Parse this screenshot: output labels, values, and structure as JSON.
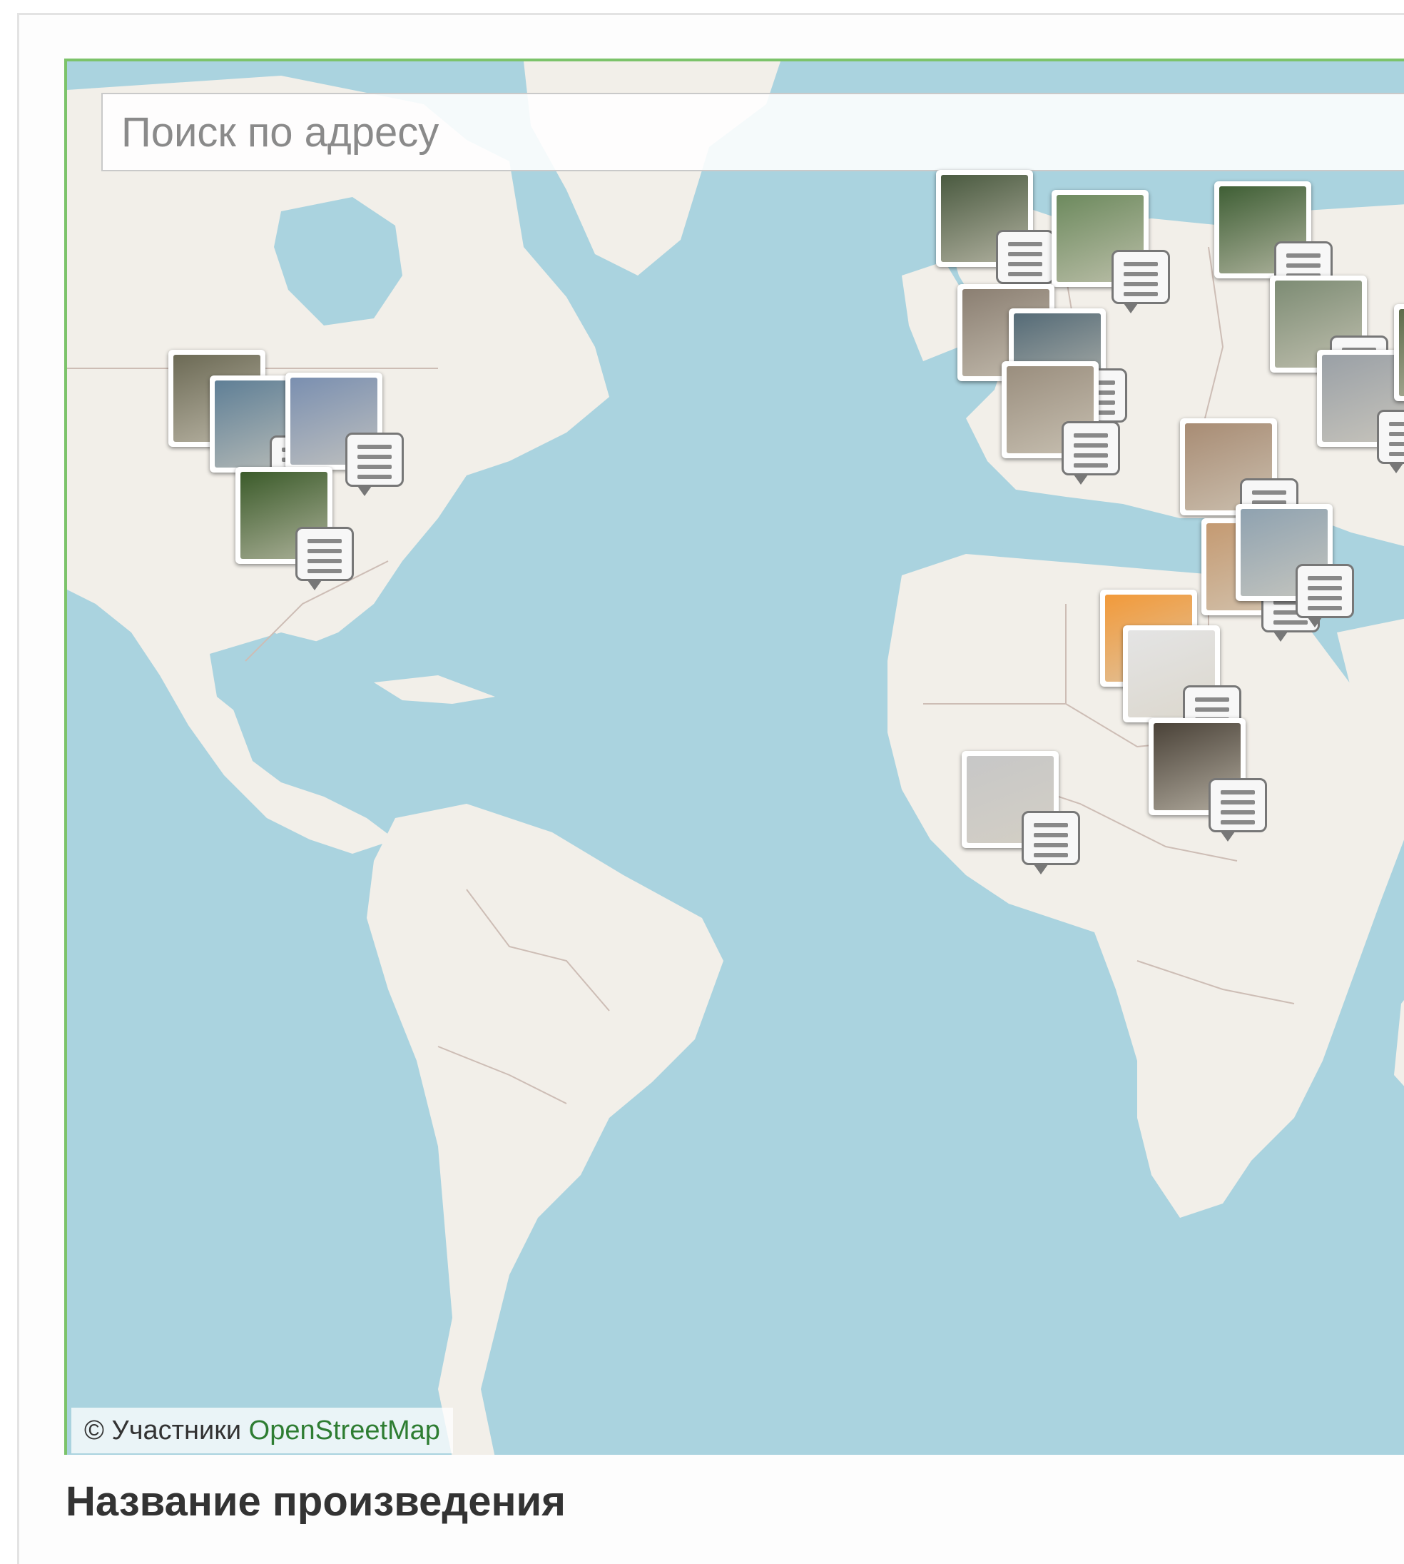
{
  "search": {
    "placeholder": "Поиск по адресу"
  },
  "map": {
    "attribution_prefix": "© Участники",
    "attribution_link": "OpenStreetMap",
    "colors": {
      "water": "#aad3df",
      "land": "#f2efe9",
      "border": "#cdbdb5",
      "accent": "#7cc36a"
    }
  },
  "markers": [
    {
      "name": "photo-marker",
      "color": "#6c6a55"
    },
    {
      "name": "photo-marker",
      "color": "#5f7f96"
    },
    {
      "name": "photo-marker",
      "color": "#7a8fb0"
    },
    {
      "name": "photo-marker",
      "color": "#3b5b2a"
    },
    {
      "name": "photo-marker",
      "color": "#4a5a40"
    },
    {
      "name": "photo-marker",
      "color": "#6d8a5e"
    },
    {
      "name": "photo-marker",
      "color": "#8b7f72"
    },
    {
      "name": "photo-marker",
      "color": "#556b77"
    },
    {
      "name": "photo-marker",
      "color": "#9a8e7e"
    },
    {
      "name": "photo-marker",
      "color": "#3f5f35"
    },
    {
      "name": "photo-marker",
      "color": "#7d8c74"
    },
    {
      "name": "photo-marker",
      "color": "#9aa0a6"
    },
    {
      "name": "photo-marker",
      "color": "#a88c74"
    },
    {
      "name": "photo-marker",
      "color": "#c49a72"
    },
    {
      "name": "photo-marker",
      "color": "#8fa2b0"
    },
    {
      "name": "photo-marker",
      "color": "#f29a3a"
    },
    {
      "name": "photo-marker",
      "color": "#e4e4e4"
    },
    {
      "name": "photo-marker",
      "color": "#4a4238"
    },
    {
      "name": "photo-marker",
      "color": "#c7c7c7"
    },
    {
      "name": "photo-marker",
      "color": "#5d6b4a"
    }
  ],
  "caption": "Название произведения"
}
